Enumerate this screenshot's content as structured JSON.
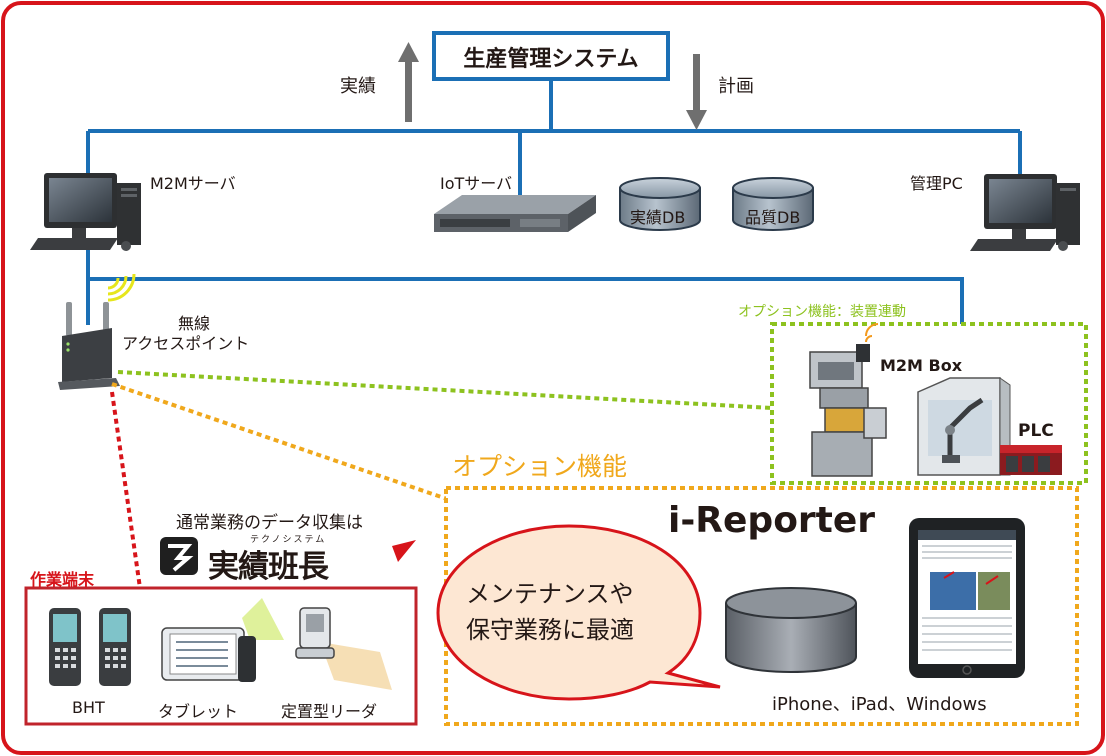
{
  "title": "生産管理システム",
  "arrows": {
    "up_label": "実績",
    "down_label": "計画"
  },
  "nodes": {
    "m2m_server": "M2Mサーバ",
    "iot_server": "IoTサーバ",
    "db_results": "実績DB",
    "db_quality": "品質DB",
    "admin_pc": "管理PC",
    "ap_line1": "無線",
    "ap_line2": "アクセスポイント"
  },
  "option_device": {
    "title": "オプション機能：装置連動",
    "m2m_box": "M2M Box",
    "plc": "PLC"
  },
  "option": {
    "title": "オプション機能",
    "product": "i-Reporter",
    "bubble_line1": "メンテナンスや",
    "bubble_line2": "保守業務に最適",
    "platforms": "iPhone、iPad、Windows"
  },
  "product": {
    "caption": "通常業務のデータ収集は",
    "logo_ruby": "テクノシステム",
    "logo_text": "実績班長"
  },
  "terminals": {
    "title": "作業端末",
    "bht": "BHT",
    "tablet": "タブレット",
    "reader": "定置型リーダ"
  },
  "colors": {
    "frame": "#d7141a",
    "network": "#1b6fb5",
    "option_green": "#8dc21f",
    "option_orange": "#f0a81c",
    "terminal_red": "#d7141a"
  }
}
